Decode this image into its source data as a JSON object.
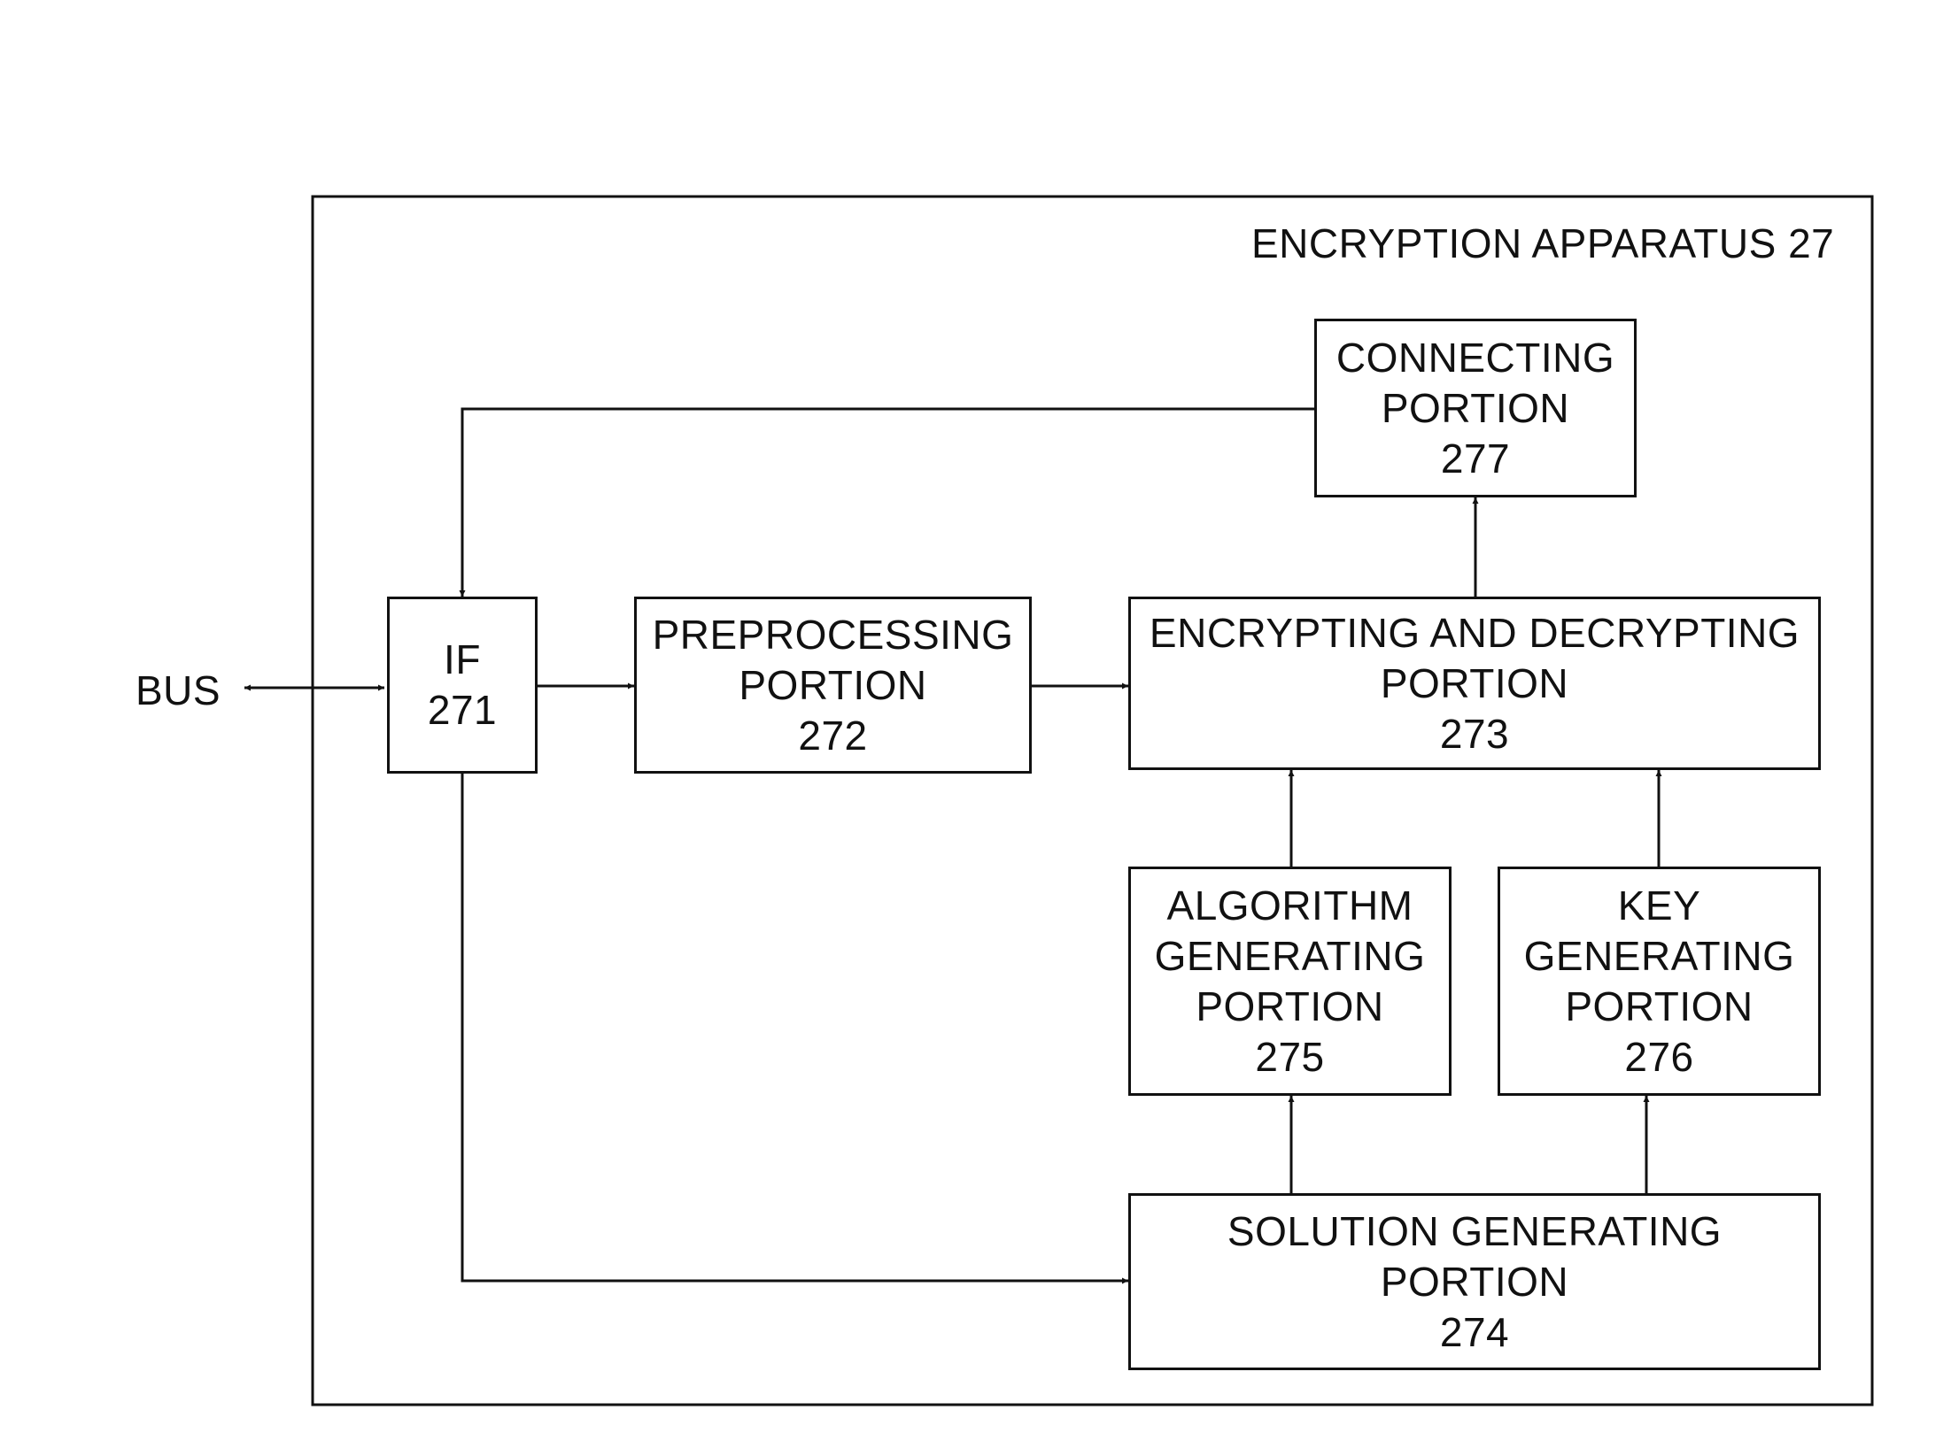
{
  "apparatus_label": "ENCRYPTION APPARATUS 27",
  "bus_label": "BUS",
  "blocks": {
    "if_271": {
      "lines": [
        "IF",
        "271"
      ]
    },
    "preprocessing_272": {
      "lines": [
        "PREPROCESSING",
        "PORTION",
        "272"
      ]
    },
    "encrypting_273": {
      "lines": [
        "ENCRYPTING AND DECRYPTING",
        "PORTION",
        "273"
      ]
    },
    "solution_274": {
      "lines": [
        "SOLUTION GENERATING",
        "PORTION",
        "274"
      ]
    },
    "algorithm_275": {
      "lines": [
        "ALGORITHM",
        "GENERATING",
        "PORTION",
        "275"
      ]
    },
    "key_276": {
      "lines": [
        "KEY",
        "GENERATING",
        "PORTION",
        "276"
      ]
    },
    "connecting_277": {
      "lines": [
        "CONNECTING",
        "PORTION",
        "277"
      ]
    }
  },
  "connections": [
    {
      "from": "bus",
      "to": "if_271",
      "direction": "bidirectional"
    },
    {
      "from": "if_271",
      "to": "preprocessing_272"
    },
    {
      "from": "preprocessing_272",
      "to": "encrypting_273"
    },
    {
      "from": "encrypting_273",
      "to": "connecting_277"
    },
    {
      "from": "connecting_277",
      "to": "if_271"
    },
    {
      "from": "if_271",
      "to": "solution_274"
    },
    {
      "from": "solution_274",
      "to": "algorithm_275"
    },
    {
      "from": "solution_274",
      "to": "key_276"
    },
    {
      "from": "algorithm_275",
      "to": "encrypting_273"
    },
    {
      "from": "key_276",
      "to": "encrypting_273"
    }
  ]
}
